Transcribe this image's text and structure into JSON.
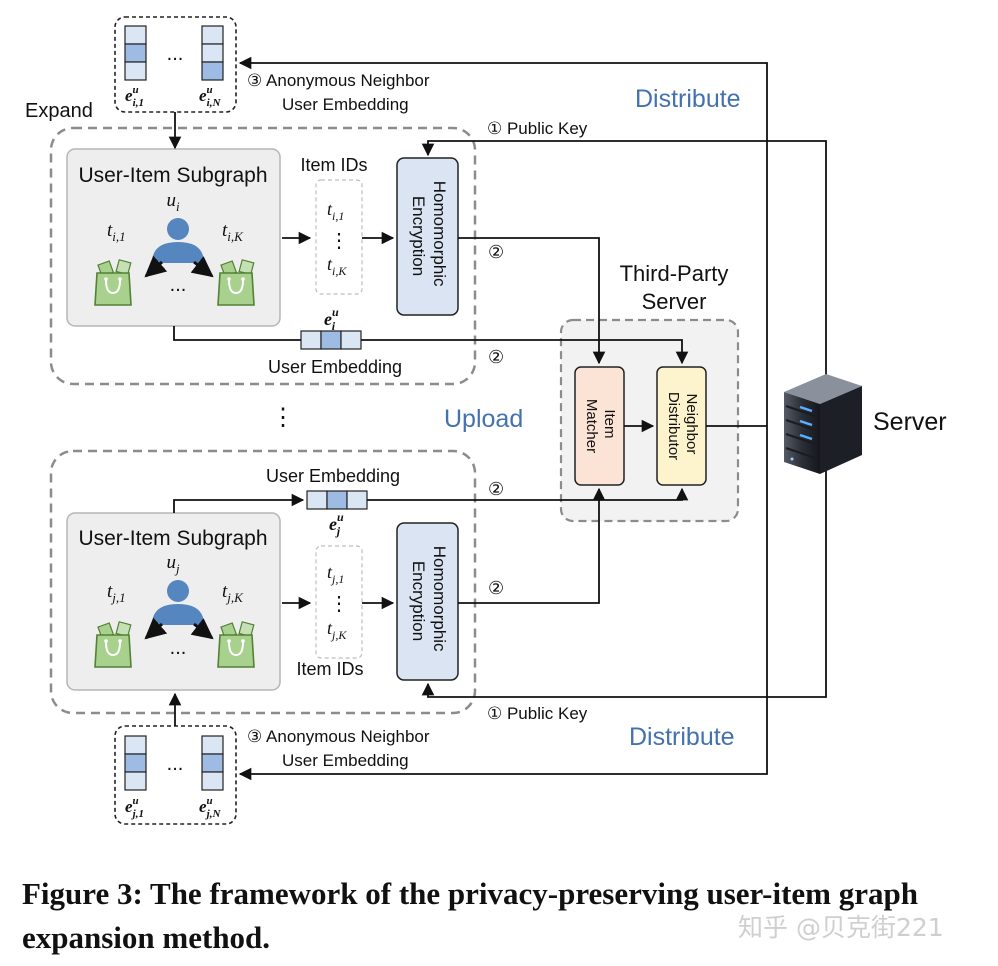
{
  "diagram": {
    "top_client": {
      "subgraph_title": "User-Item Subgraph",
      "user_label": "u",
      "user_sub": "i",
      "item_left_sub": "i,1",
      "item_right_sub": "i,K",
      "ellipsis": "...",
      "item_ids_title": "Item IDs",
      "id_first_sub": "i,1",
      "id_last_sub": "i,K",
      "id_vdots": "⋮",
      "encryption_label": "Homomorphic Encryption",
      "embedding_label": "User Embedding",
      "embedding_symbol_sub": "i",
      "neighbor_first_sub": "i,1",
      "neighbor_last_sub": "i,N"
    },
    "bottom_client": {
      "subgraph_title": "User-Item Subgraph",
      "user_label": "u",
      "user_sub": "j",
      "item_left_sub": "j,1",
      "item_right_sub": "j,K",
      "ellipsis": "...",
      "item_ids_title": "Item IDs",
      "id_first_sub": "j,1",
      "id_last_sub": "j,K",
      "id_vdots": "⋮",
      "encryption_label": "Homomorphic Encryption",
      "embedding_label": "User Embedding",
      "embedding_symbol_sub": "j",
      "neighbor_first_sub": "j,1",
      "neighbor_last_sub": "j,N"
    },
    "symbols": {
      "e": "e",
      "u_sup": "u",
      "t": "t"
    },
    "third_party": {
      "title_line1": "Third-Party",
      "title_line2": "Server",
      "item_matcher": "Item Matcher",
      "neighbor_distributor": "Neighbor Distributor"
    },
    "server_label": "Server",
    "labels": {
      "expand": "Expand",
      "distribute_top": "Distribute",
      "distribute_bottom": "Distribute",
      "upload": "Upload",
      "public_key_top": "① Public Key",
      "public_key_bottom": "① Public Key",
      "step2": "②",
      "anon_top_line1": "③ Anonymous Neighbor",
      "anon_top_line2": "User Embedding",
      "anon_bottom_line1": "③ Anonymous Neighbor",
      "anon_bottom_line2": "User Embedding",
      "vertical_ellipsis": "⋮",
      "client_ellipsis": "..."
    },
    "colors": {
      "embedding_fill": "#dbe6f5",
      "embedding_highlight": "#9dbbe3",
      "encryption_fill": "#dae4f3",
      "matcher_fill": "#fbe3d5",
      "distributor_fill": "#fdf3cc",
      "user_icon": "#5686bf",
      "bag_fill": "#a9d18e",
      "bag_stroke": "#538135",
      "accent_text": "#4472b0"
    }
  },
  "caption": "Figure 3: The framework of the privacy-preserving user-item graph expansion method.",
  "watermark": "知乎 @贝克街221"
}
